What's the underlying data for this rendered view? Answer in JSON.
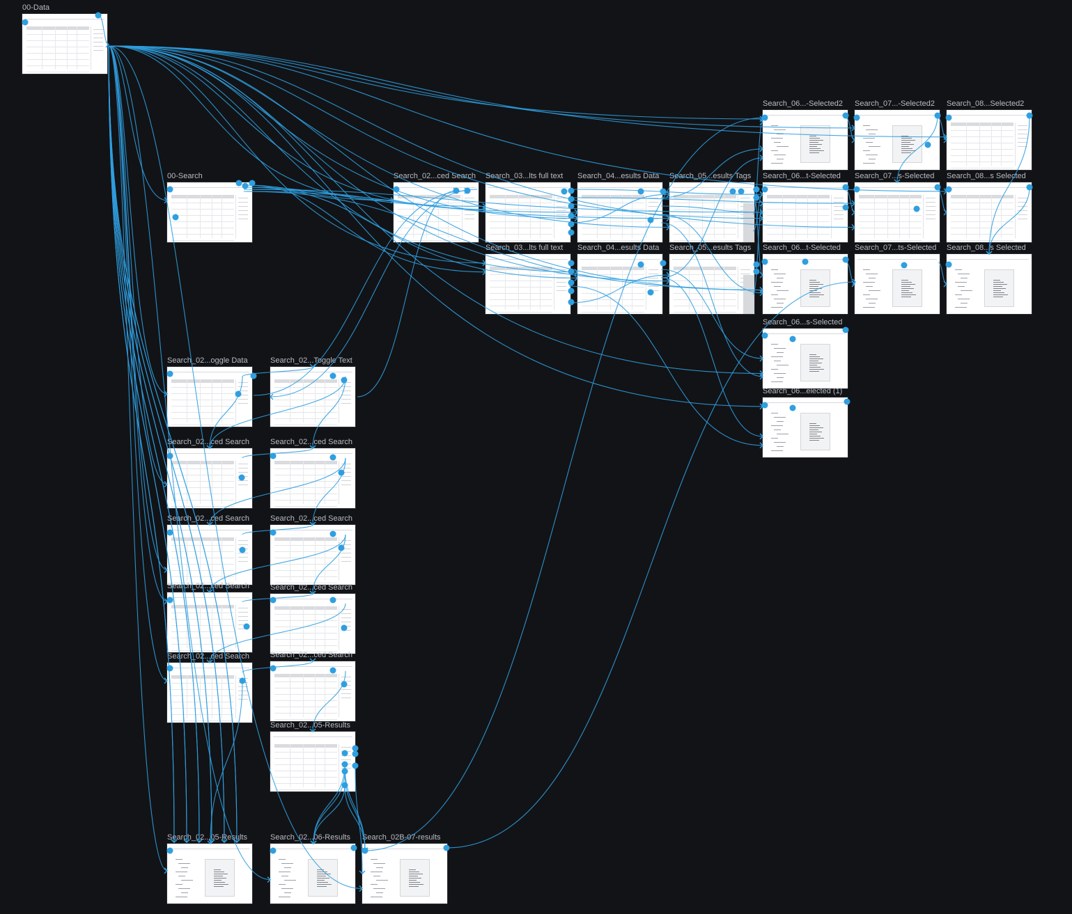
{
  "app": {
    "accent_color": "#2f9fe0",
    "canvas_color": "#121316",
    "wire_color": "#2f9fe0"
  },
  "artboards": [
    {
      "id": "a0",
      "label": "00-Data",
      "variant": "table"
    },
    {
      "id": "a1",
      "label": "00-Search",
      "variant": "table"
    },
    {
      "id": "a2",
      "label": "Search_02...ced Search",
      "variant": "table"
    },
    {
      "id": "a3",
      "label": "Search_03...lts full text",
      "variant": "table"
    },
    {
      "id": "a4",
      "label": "Search_04...esults Data",
      "variant": "table"
    },
    {
      "id": "a5",
      "label": "Search_05...esults Tags",
      "variant": "grey"
    },
    {
      "id": "a6",
      "label": "Search_06...-Selected2",
      "variant": "doc"
    },
    {
      "id": "a7",
      "label": "Search_07...-Selected2",
      "variant": "doc"
    },
    {
      "id": "a8",
      "label": "Search_08...Selected2",
      "variant": "table"
    },
    {
      "id": "a9",
      "label": "Search_06...t-Selected",
      "variant": "table"
    },
    {
      "id": "a10",
      "label": "Search_07...s-Selected",
      "variant": "table"
    },
    {
      "id": "a11",
      "label": "Search_08...s Selected",
      "variant": "table"
    },
    {
      "id": "a12",
      "label": "Search_03...lts full text",
      "variant": "table"
    },
    {
      "id": "a13",
      "label": "Search_04...esults Data",
      "variant": "table"
    },
    {
      "id": "a14",
      "label": "Search_05...esults Tags",
      "variant": "grey"
    },
    {
      "id": "a15",
      "label": "Search_06...t-Selected",
      "variant": "doc"
    },
    {
      "id": "a16",
      "label": "Search_07...ts-Selected",
      "variant": "doc"
    },
    {
      "id": "a17",
      "label": "Search_08...s Selected",
      "variant": "doc"
    },
    {
      "id": "a18",
      "label": "Search_06...s-Selected",
      "variant": "doc"
    },
    {
      "id": "a19",
      "label": "Search_06...elected (1)",
      "variant": "doc"
    },
    {
      "id": "a20",
      "label": "Search_02...oggle Data",
      "variant": "table"
    },
    {
      "id": "a21",
      "label": "Search_02...Toggle Text",
      "variant": "table"
    },
    {
      "id": "a22",
      "label": "Search_02...ced Search",
      "variant": "table"
    },
    {
      "id": "a23",
      "label": "Search_02...ced Search",
      "variant": "table"
    },
    {
      "id": "a24",
      "label": "Search_02...ced Search",
      "variant": "table"
    },
    {
      "id": "a25",
      "label": "Search_02...ced Search",
      "variant": "table"
    },
    {
      "id": "a26",
      "label": "Search_02...ced Search",
      "variant": "table"
    },
    {
      "id": "a27",
      "label": "Search_02...ced Search",
      "variant": "table"
    },
    {
      "id": "a28",
      "label": "Search_02...ced Search",
      "variant": "table"
    },
    {
      "id": "a29",
      "label": "Search_02...ced Search",
      "variant": "table"
    },
    {
      "id": "a30",
      "label": "Search_02...05-Results",
      "variant": "table"
    },
    {
      "id": "a31",
      "label": "Search_02...05-Results",
      "variant": "doc"
    },
    {
      "id": "a32",
      "label": "Search_02...06-Results",
      "variant": "doc"
    },
    {
      "id": "a33",
      "label": "Search_02B-07-results",
      "variant": "doc"
    }
  ]
}
